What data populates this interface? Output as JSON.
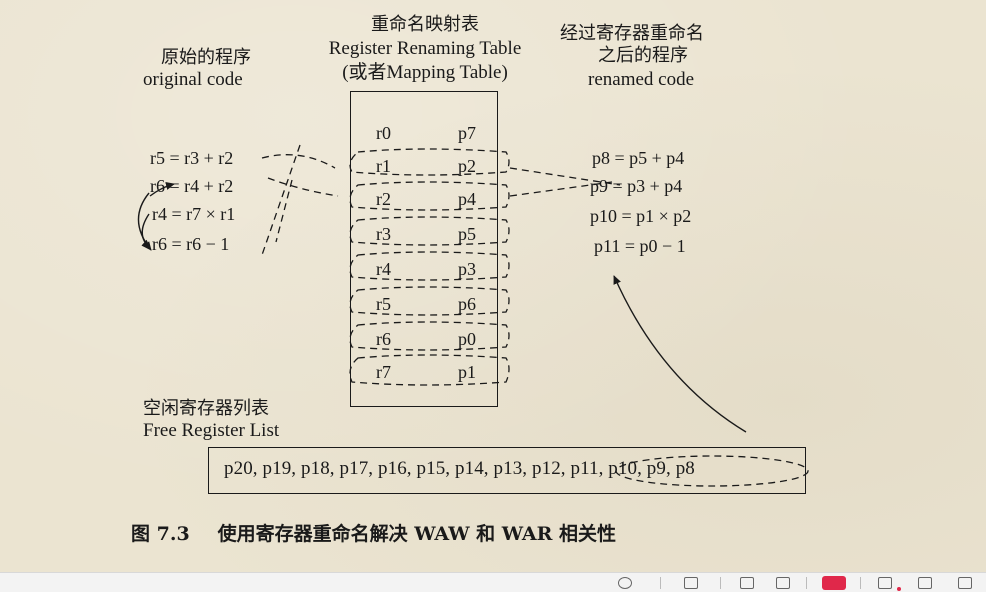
{
  "headings": {
    "original_cn": "原始的程序",
    "original_en": "original code",
    "table_cn": "重命名映射表",
    "table_en": "Register Renaming Table",
    "table_en2": "(或者Mapping Table)",
    "renamed_cn1": "经过寄存器重命名",
    "renamed_cn2": "之后的程序",
    "renamed_en": "renamed code",
    "free_cn": "空闲寄存器列表",
    "free_en": "Free Register List"
  },
  "original_code": [
    "r5 = r3 + r2",
    "r6 = r4 + r2",
    "r4 = r7 × r1",
    "r6 = r6 − 1"
  ],
  "mapping_table": [
    {
      "arch": "r0",
      "phys": "p7"
    },
    {
      "arch": "r1",
      "phys": "p2"
    },
    {
      "arch": "r2",
      "phys": "p4"
    },
    {
      "arch": "r3",
      "phys": "p5"
    },
    {
      "arch": "r4",
      "phys": "p3"
    },
    {
      "arch": "r5",
      "phys": "p6"
    },
    {
      "arch": "r6",
      "phys": "p0"
    },
    {
      "arch": "r7",
      "phys": "p1"
    }
  ],
  "renamed_code": [
    "p8 = p5 + p4",
    "p9 = p3 + p4",
    "p10 = p1 × p2",
    "p11 = p0 − 1"
  ],
  "free_list": "p20, p19, p18, p17, p16, p15, p14, p13, p12, p11, p10, p9, p8",
  "caption": {
    "number": "图 7.3",
    "text": "使用寄存器重命名解决 WAW 和 WAR 相关性"
  }
}
